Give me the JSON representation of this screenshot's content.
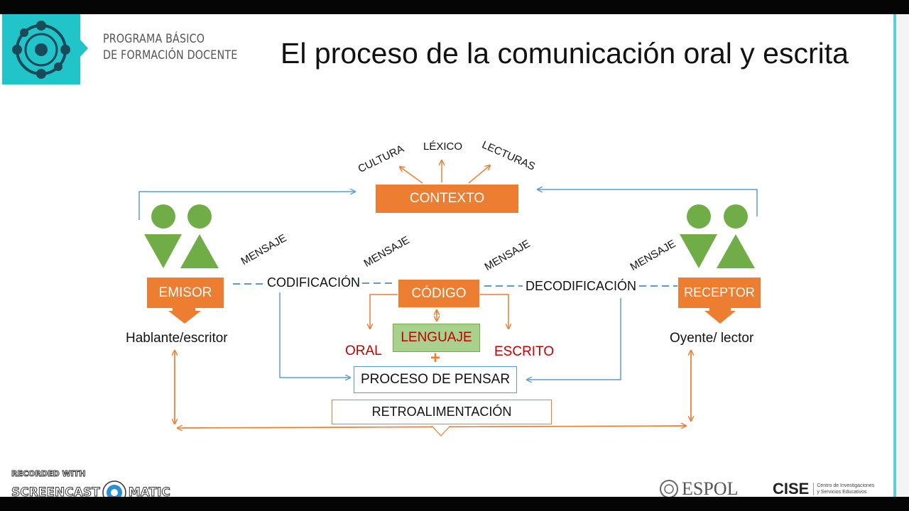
{
  "brand": {
    "line1": "PROGRAMA BÁSICO",
    "line2": "DE FORMACIÓN DOCENTE"
  },
  "title": "El proceso de la comunicación oral y escrita",
  "diagram": {
    "contexto": "CONTEXTO",
    "context_factors": [
      "CULTURA",
      "LÉXICO",
      "LECTURAS"
    ],
    "emisor": "EMISOR",
    "emisor_caption": "Hablante/escritor",
    "receptor": "RECEPTOR",
    "receptor_caption": "Oyente/ lector",
    "codificacion": "CODIFICACIÓN",
    "decodificacion": "DECODIFICACIÓN",
    "codigo": "CÓDIGO",
    "mensaje": "MENSAJE",
    "lenguaje": "LENGUAJE",
    "oral": "ORAL",
    "escrito": "ESCRITO",
    "plus": "+",
    "proceso": "PROCESO DE PENSAR",
    "retro": "RETROALIMENTACIÓN"
  },
  "footer": {
    "espol": "ESPOL",
    "cise": "CISE",
    "cise_sub1": "Centro de Investigaciones",
    "cise_sub2": "y Servicios Educativos"
  },
  "watermark": {
    "line1": "RECORDED WITH",
    "line2a": "SCREENCAST",
    "line2b": "MATIC"
  },
  "colors": {
    "orange": "#ed7d31",
    "green": "#70ad47",
    "teal": "#21c4c8",
    "blue_line": "#5b9bd5",
    "red_text": "#c00000",
    "lenguaje_fill": "#a9d18e"
  }
}
